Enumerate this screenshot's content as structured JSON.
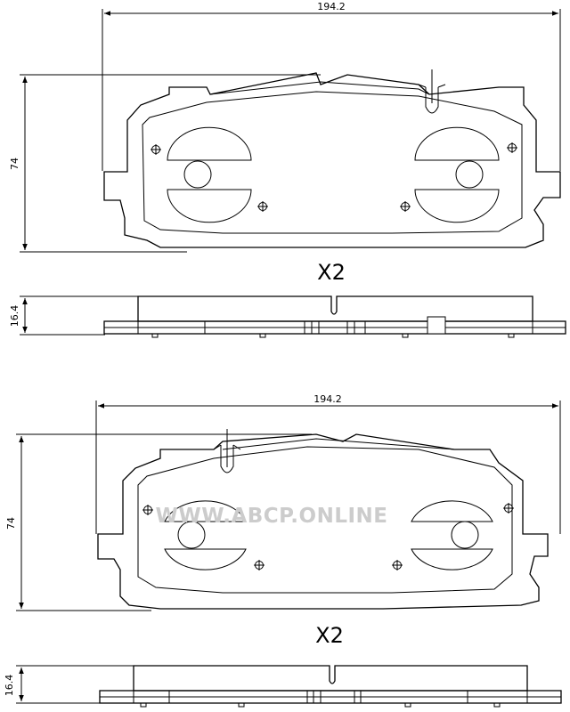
{
  "views": [
    {
      "width_label": "194.2",
      "height_label": "74",
      "quantity_label": "X2",
      "thickness_label": "16.4"
    },
    {
      "width_label": "194.2",
      "height_label": "74",
      "quantity_label": "X2",
      "thickness_label": "16.4"
    }
  ],
  "watermark": "WWW.ABCP.ONLINE"
}
